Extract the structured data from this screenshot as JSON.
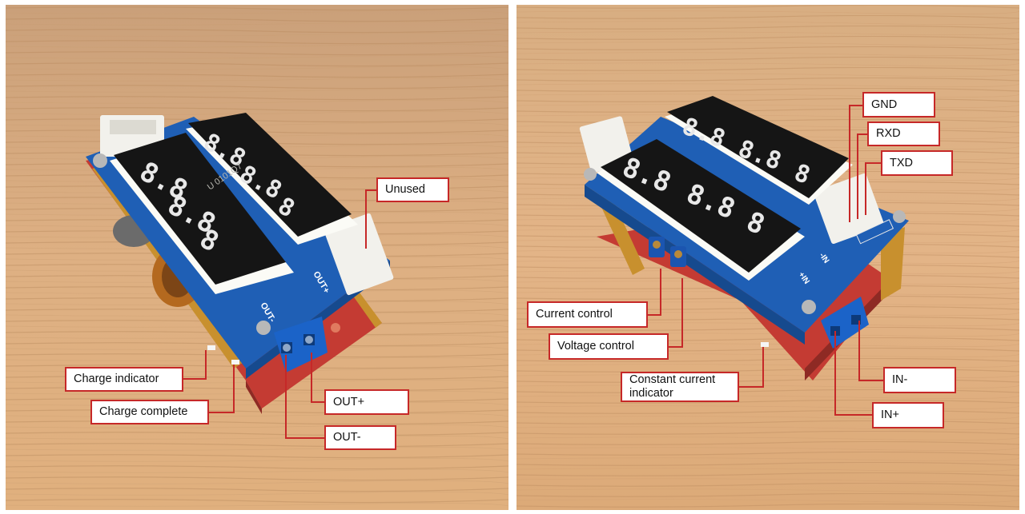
{
  "left_panel": {
    "callouts": {
      "unused": "Unused",
      "charge_indicator": "Charge indicator",
      "charge_complete": "Charge complete",
      "out_plus": "OUT+",
      "out_minus": "OUT-"
    },
    "board_marks": {
      "out_minus": "OUT-",
      "out_plus": "OUT+",
      "display_code": "U 0101Q7"
    }
  },
  "right_panel": {
    "callouts": {
      "gnd": "GND",
      "rxd": "RXD",
      "txd": "TXD",
      "current_control": "Current control",
      "voltage_control": "Voltage control",
      "constant_current_indicator": "Constant current indicator",
      "in_minus": "IN-",
      "in_plus": "IN+"
    },
    "board_marks": {
      "in_minus": "-IN",
      "in_plus": "+IN"
    }
  },
  "colors": {
    "callout_border": "#c62828",
    "wood": "#d9a877",
    "pcb_blue": "#1f5fb5",
    "pcb_red": "#c43b33"
  }
}
